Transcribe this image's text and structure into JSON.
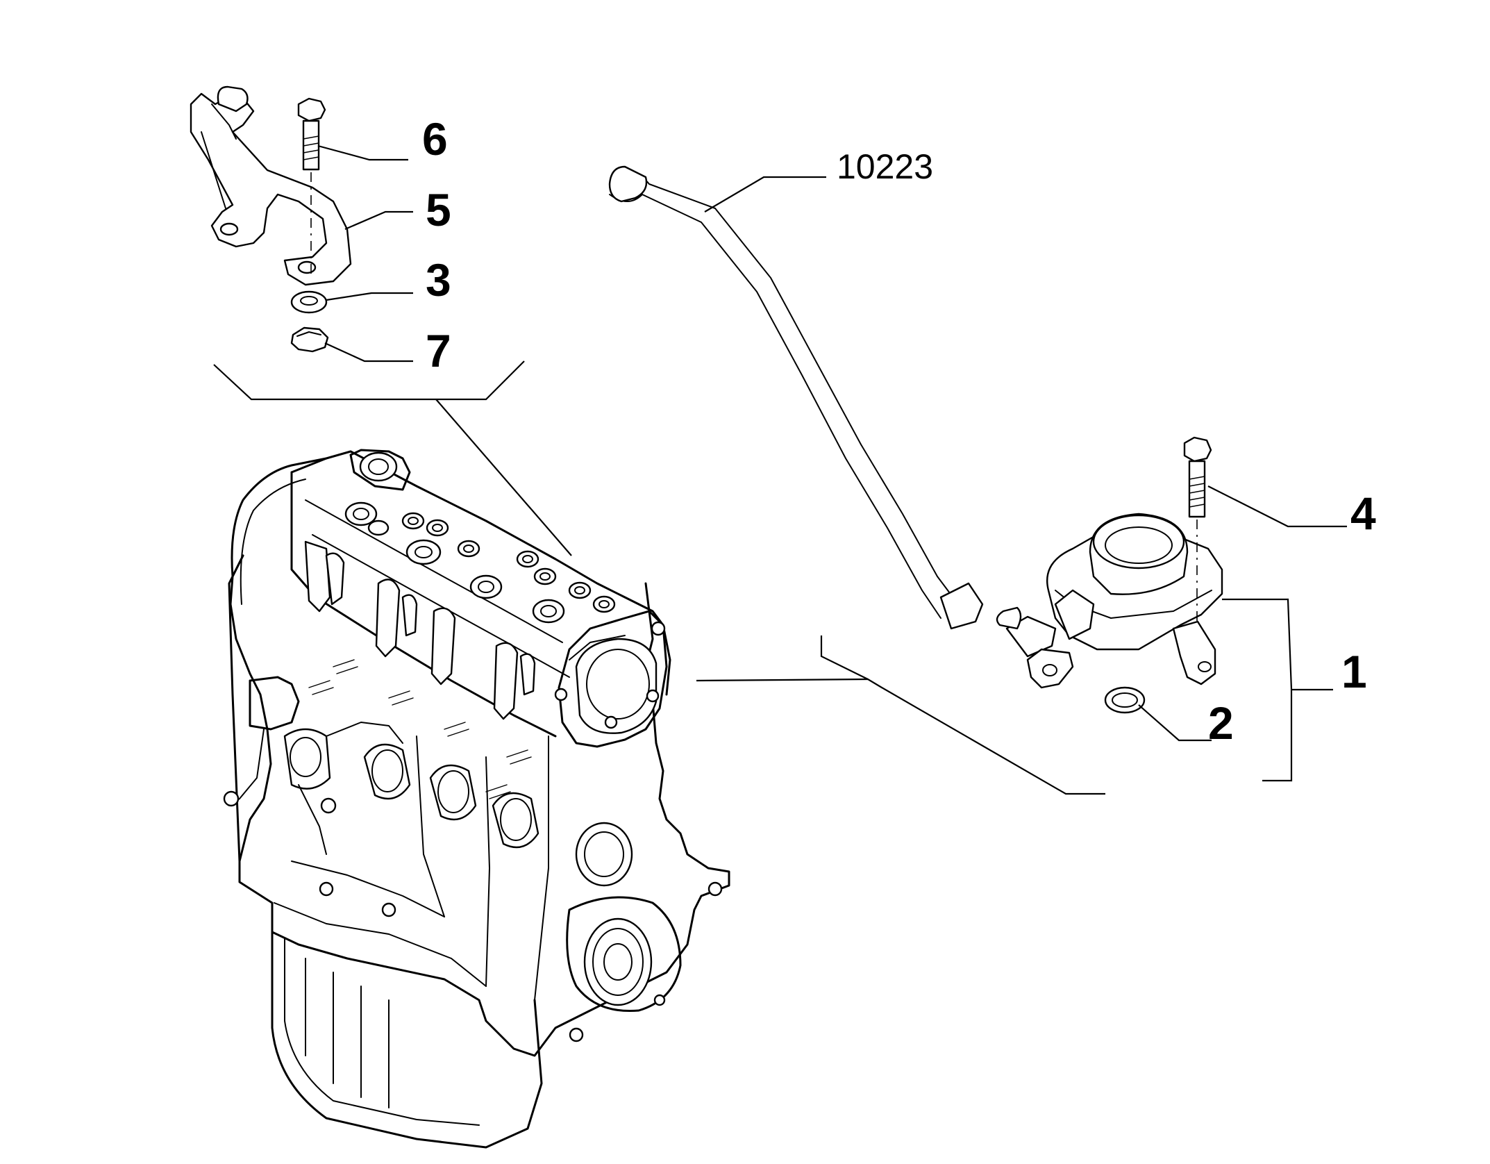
{
  "callouts": [
    {
      "id": "6",
      "label": "6"
    },
    {
      "id": "5",
      "label": "5"
    },
    {
      "id": "3",
      "label": "3"
    },
    {
      "id": "7",
      "label": "7"
    },
    {
      "id": "10223",
      "label": "10223"
    },
    {
      "id": "4",
      "label": "4"
    },
    {
      "id": "1",
      "label": "1"
    },
    {
      "id": "2",
      "label": "2"
    }
  ]
}
